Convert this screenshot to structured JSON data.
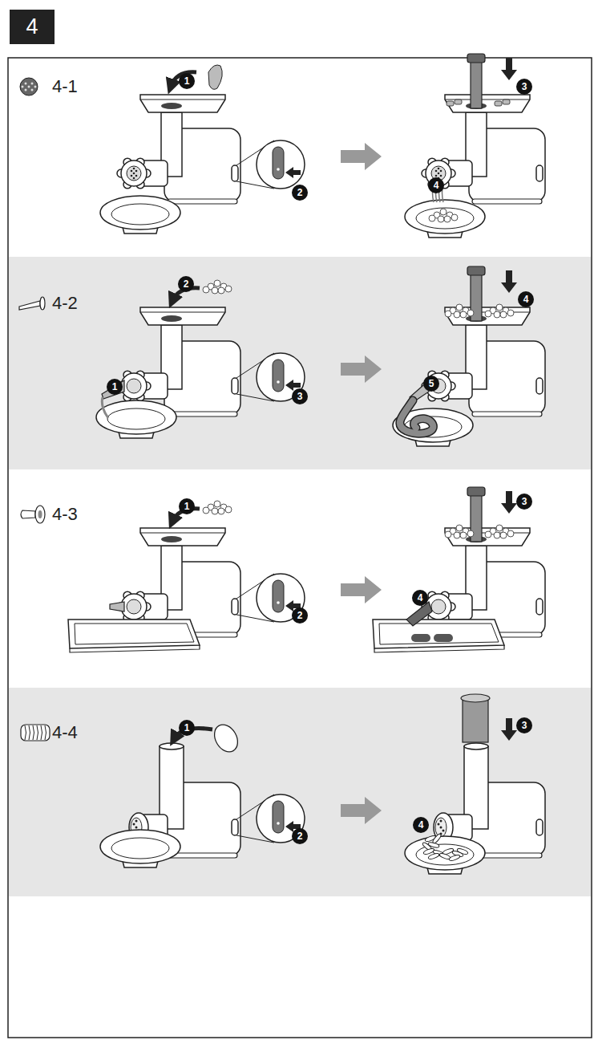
{
  "diagram": {
    "nodes": [
      {
        "text": [
          "4"
        ]
      },
      {
        "text": [
          "4-1"
        ]
      },
      {
        "text": [
          "1"
        ],
        "in": 1
      },
      {
        "text": [
          "2"
        ],
        "in": 1
      },
      {
        "text": [
          "3"
        ],
        "in": 1
      },
      {
        "text": [
          "4"
        ],
        "in": 1
      },
      {
        "text": [
          "4-2"
        ]
      },
      {
        "text": [
          "1"
        ],
        "in": 6
      },
      {
        "text": [
          "2"
        ],
        "in": 6
      },
      {
        "text": [
          "3"
        ],
        "in": 6
      },
      {
        "text": [
          "4"
        ],
        "in": 6
      },
      {
        "text": [
          "5"
        ],
        "in": 6
      },
      {
        "text": [
          "4-3"
        ]
      },
      {
        "text": [
          "1"
        ],
        "in": 12
      },
      {
        "text": [
          "2"
        ],
        "in": 12
      },
      {
        "text": [
          "3"
        ],
        "in": 12
      },
      {
        "text": [
          "4"
        ],
        "in": 12
      },
      {
        "text": [
          "4-4"
        ]
      },
      {
        "text": [
          "1"
        ],
        "in": 17
      },
      {
        "text": [
          "2"
        ],
        "in": 17
      },
      {
        "text": [
          "3"
        ],
        "in": 17
      },
      {
        "text": [
          "4"
        ],
        "in": 17
      }
    ]
  }
}
